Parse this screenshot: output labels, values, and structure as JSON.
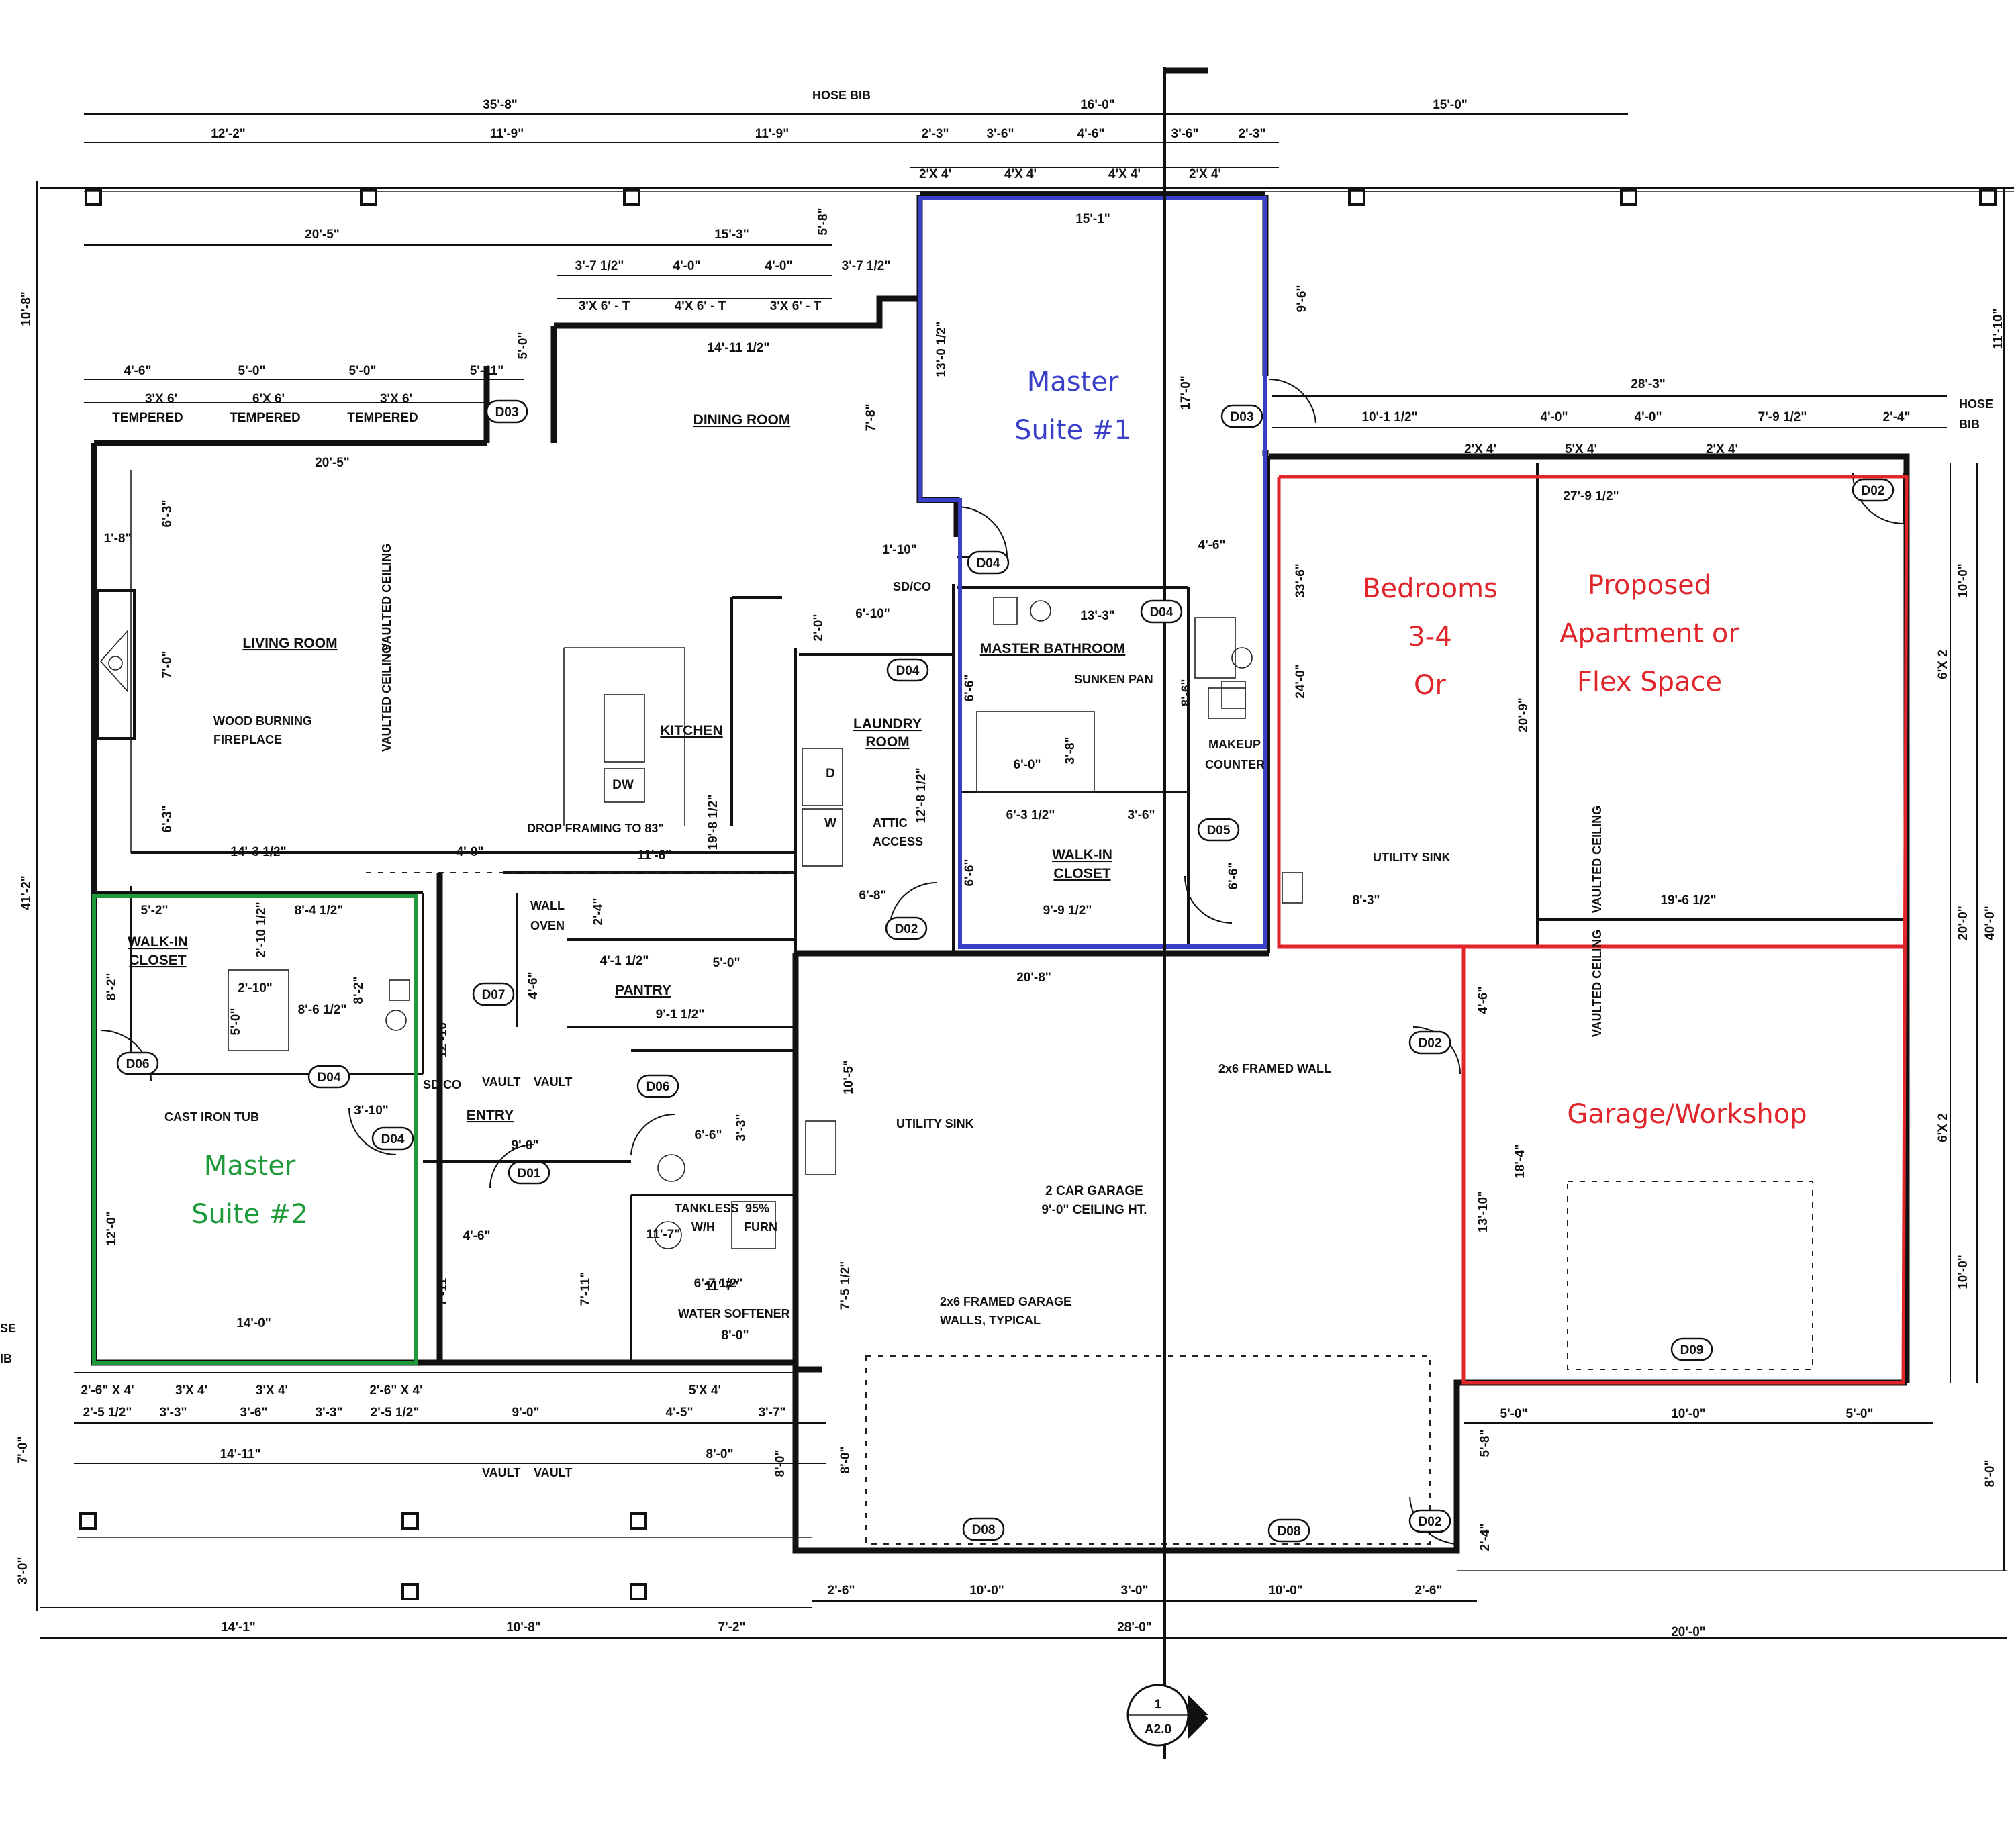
{
  "colors": {
    "blue": "#3a3fc8",
    "green": "#1f9a3a",
    "red": "#e0262b",
    "ink": "#111111"
  },
  "highlights": {
    "master1_l1": "Master",
    "master1_l2": "Suite #1",
    "master2_l1": "Master",
    "master2_l2": "Suite #2",
    "bed_l1": "Bedrooms",
    "bed_l2": "3-4",
    "bed_l3": "Or",
    "apt_l1": "Proposed",
    "apt_l2": "Apartment or",
    "apt_l3": "Flex Space",
    "garage": "Garage/Workshop"
  },
  "rooms": {
    "dining": "DINING ROOM",
    "living": "LIVING ROOM",
    "kitchen": "KITCHEN",
    "laundry_1": "LAUNDRY",
    "laundry_2": "ROOM",
    "master_bath": "MASTER BATHROOM",
    "walkin1_1": "WALK-IN",
    "walkin1_2": "CLOSET",
    "walkin2_1": "WALK-IN",
    "walkin2_2": "CLOSET",
    "pantry": "PANTRY",
    "entry": "ENTRY",
    "garage_1": "2 CAR GARAGE",
    "garage_2": "9'-0\" CEILING HT."
  },
  "notes": {
    "hose_bib_top": "HOSE BIB",
    "hose_bib_right_1": "HOSE",
    "hose_bib_right_2": "BIB",
    "hose_bib_left_1": "SE",
    "hose_bib_left_2": "IB",
    "fireplace_1": "WOOD BURNING",
    "fireplace_2": "FIREPLACE",
    "vaulted_a": "VAULTED CEILING",
    "vaulted_b": "VAULTED CEILING",
    "vaulted_c": "VAULTED CEILING",
    "vaulted_d": "VAULTED CEILING",
    "drop_framing": "DROP FRAMING TO 83\"",
    "sunken_pan": "SUNKEN PAN",
    "makeup_1": "MAKEUP",
    "makeup_2": "COUNTER",
    "attic_1": "ATTIC",
    "attic_2": "ACCESS",
    "utility_sink_1": "UTILITY SINK",
    "utility_sink_2": "UTILITY SINK",
    "cast_iron_tub": "CAST IRON TUB",
    "wall_oven_1": "WALL",
    "wall_oven_2": "OVEN",
    "tankless_1": "TANKLESS",
    "tankless_2": "W/H",
    "furn_1": "95%",
    "furn_2": "FURN",
    "water_softener": "WATER SOFTENER",
    "framed_wall": "2x6 FRAMED WALL",
    "framed_garage_1": "2x6 FRAMED GARAGE",
    "framed_garage_2": "WALLS, TYPICAL",
    "vault_1": "VAULT",
    "vault_2": "VAULT",
    "vault_3": "VAULT",
    "vault_4": "VAULT",
    "dw": "DW",
    "d": "D",
    "w": "W",
    "sdco_1": "SD/CO",
    "sdco_2": "SD/CO",
    "section_num": "1",
    "section_sheet": "A2.0"
  },
  "window_labels": {
    "t1": "2'X 4'",
    "t2": "4'X 4'",
    "t3": "4'X 4'",
    "t4": "2'X 4'",
    "k1": "3'X 6' - T",
    "k2": "4'X 6' - T",
    "k3": "3'X 6' - T",
    "l1": "3'X 6'",
    "l1b": "TEMPERED",
    "l2": "6'X 6'",
    "l2b": "TEMPERED",
    "l3": "3'X 6'",
    "l3b": "TEMPERED",
    "r1": "2'X 4'",
    "r2": "5'X 4'",
    "r3": "2'X 4'",
    "b1": "2'-6\" X 4'",
    "b2": "3'X 4'",
    "b3": "3'X 4'",
    "b4": "2'-6\" X 4'",
    "b5": "5'X 4'",
    "s1": "6'X 2",
    "s2": "6'X 2"
  },
  "doors": {
    "d03a": "D03",
    "d03b": "D03",
    "d02a": "D02",
    "d04a": "D04",
    "d04b": "D04",
    "d04c": "D04",
    "d04d": "D04",
    "d04e": "D04",
    "d05": "D05",
    "d02b": "D02",
    "d06a": "D06",
    "d06b": "D06",
    "d07": "D07",
    "d01": "D01",
    "d02c": "D02",
    "d09": "D09",
    "d08a": "D08",
    "d08b": "D08",
    "d02d": "D02"
  },
  "dims_top": {
    "a1": "35'-8\"",
    "a2": "16'-0\"",
    "a3": "15'-0\"",
    "b1": "12'-2\"",
    "b2": "11'-9\"",
    "b3": "11'-9\"",
    "c1": "2'-3\"",
    "c2": "3'-6\"",
    "c3": "4'-6\"",
    "c4": "3'-6\"",
    "c5": "2'-3\"",
    "d1": "20'-5\"",
    "d2": "15'-3\"",
    "d3": "15'-1\"",
    "e1": "3'-7 1/2\"",
    "e2": "4'-0\"",
    "e3": "4'-0\"",
    "e4": "3'-7 1/2\"",
    "f1": "14'-11 1/2\"",
    "g1": "4'-6\"",
    "g2": "5'-0\"",
    "g3": "5'-0\"",
    "g4": "5'-11\"",
    "h1": "20'-5\"",
    "i1": "28'-3\"",
    "i2": "10'-1 1/2\"",
    "i3": "4'-0\"",
    "i4": "4'-0\"",
    "i5": "7'-9 1/2\"",
    "i6": "2'-4\"",
    "j1": "27'-9 1/2\""
  },
  "dims_interior": {
    "x1": "1'-8\"",
    "x2": "1'-10\"",
    "x3": "13'-3\"",
    "x4": "4'-6\"",
    "x5": "6'-10\"",
    "x6": "6'-0\"",
    "x7": "3'-8\"",
    "x8": "6'-3 1/2\"",
    "x9": "3'-6\"",
    "x10": "9'-9 1/2\"",
    "x11": "14'-3 1/2\"",
    "x12": "4'-0\"",
    "x13": "11'-6\"",
    "x14": "5'-0\"",
    "x15": "5'-2\"",
    "x16": "8'-4 1/2\"",
    "x17": "2'-10\"",
    "x18": "8'-6 1/2\"",
    "x19": "3'-10\"",
    "x20": "4'-1 1/2\"",
    "x21": "9'-1 1/2\"",
    "x22": "9'-0\"",
    "x23": "6'-6\"",
    "x24": "6'-8\"",
    "x25": "20'-8\"",
    "x26": "8'-3\"",
    "x27": "19'-6 1/2\"",
    "x28": "4'-6\"",
    "x29": "6'-7 1/2\"",
    "x30": "8'-0\"",
    "x31": "14'-0\"",
    "x32": "2'-0\"",
    "x33": "11'-7\"",
    "v1": "10'-8\"",
    "v2": "41'-2\"",
    "v3": "6'-3\"",
    "v4": "7'-0\"",
    "v5": "6'-3\"",
    "v6": "5'-8\"",
    "v7": "5'-0\"",
    "v8": "13'-0 1/2\"",
    "v9": "7'-8\"",
    "v10": "17'-0\"",
    "v11": "9'-6\"",
    "v12": "33'-6\"",
    "v13": "24'-0\"",
    "v14": "20'-9\"",
    "v15": "11'-10\"",
    "v16": "10'-0\"",
    "v17": "20'-0\"",
    "v18": "40'-0\"",
    "v19": "10'-0\"",
    "v20": "19'-8 1/2\"",
    "v21": "12'-8 1/2\"",
    "v22": "8'-6\"",
    "v23": "6'-6\"",
    "v24": "8'-2\"",
    "v25": "5'-0\"",
    "v26": "2'-10 1/2\"",
    "v27": "8'-2\"",
    "v28": "12'-10\"",
    "v29": "12'-0\"",
    "v30": "7'-11\"",
    "v31": "7'-11\"",
    "v32": "10'-5\"",
    "v33": "7'-5 1/2\"",
    "v34": "4'-6\"",
    "v35": "18'-4\"",
    "v36": "13'-10\"",
    "v37": "2'-4\"",
    "v38": "4'-6\"",
    "v39": "3'-3\"",
    "v40": "6'-6\"",
    "v41": "6'-6\"",
    "v42": "2'-0\""
  },
  "dims_bottom": {
    "a1": "2'-5 1/2\"",
    "a2": "3'-3\"",
    "a3": "3'-6\"",
    "a4": "3'-3\"",
    "a5": "2'-5 1/2\"",
    "a6": "9'-0\"",
    "a7": "4'-5\"",
    "a8": "3'-7\"",
    "b1": "14'-11\"",
    "b2": "8'-0\"",
    "c1": "5'-0\"",
    "c2": "10'-0\"",
    "c3": "5'-0\"",
    "d1": "2'-6\"",
    "d2": "10'-0\"",
    "d3": "3'-0\"",
    "d4": "10'-0\"",
    "d5": "2'-6\"",
    "e1": "14'-1\"",
    "e2": "10'-8\"",
    "e3": "7'-2\"",
    "e4": "28'-0\"",
    "e5": "20'-0\"",
    "v1": "7'-0\"",
    "v2": "3'-0\"",
    "v3": "8'-0\"",
    "v4": "8'-0\"",
    "v5": "5'-8\"",
    "v6": "2'-4\"",
    "v7": "8'-0\""
  }
}
